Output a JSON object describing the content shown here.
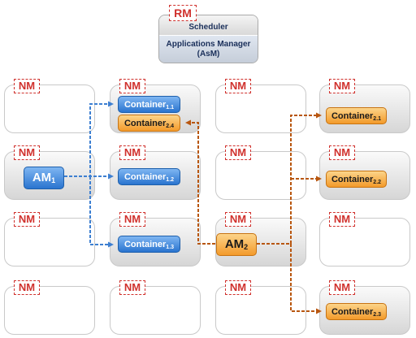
{
  "resource_manager": {
    "tag": "RM",
    "scheduler": "Scheduler",
    "asm_line1": "Applications Manager",
    "asm_line2": "(AsM)"
  },
  "node_manager_label": "NM",
  "nodes": [
    {
      "id": "r0c0",
      "style": "white"
    },
    {
      "id": "r0c1",
      "style": "gray"
    },
    {
      "id": "r0c2",
      "style": "white"
    },
    {
      "id": "r0c3",
      "style": "gray"
    },
    {
      "id": "r1c0",
      "style": "gray"
    },
    {
      "id": "r1c1",
      "style": "gray"
    },
    {
      "id": "r1c2",
      "style": "white"
    },
    {
      "id": "r1c3",
      "style": "gray"
    },
    {
      "id": "r2c0",
      "style": "white"
    },
    {
      "id": "r2c1",
      "style": "gray"
    },
    {
      "id": "r2c2",
      "style": "gray"
    },
    {
      "id": "r2c3",
      "style": "white"
    },
    {
      "id": "r3c0",
      "style": "white"
    },
    {
      "id": "r3c1",
      "style": "white"
    },
    {
      "id": "r3c2",
      "style": "white"
    },
    {
      "id": "r3c3",
      "style": "gray"
    }
  ],
  "application_masters": [
    {
      "label": "AM",
      "sub": "1",
      "color": "blue"
    },
    {
      "label": "AM",
      "sub": "2",
      "color": "orange"
    }
  ],
  "containers": [
    {
      "label": "Container",
      "sub": "1.1",
      "color": "blue"
    },
    {
      "label": "Container",
      "sub": "2.4",
      "color": "orange"
    },
    {
      "label": "Container",
      "sub": "1.2",
      "color": "blue"
    },
    {
      "label": "Container",
      "sub": "1.3",
      "color": "blue"
    },
    {
      "label": "Container",
      "sub": "2.1",
      "color": "orange"
    },
    {
      "label": "Container",
      "sub": "2.2",
      "color": "orange"
    },
    {
      "label": "Container",
      "sub": "2.3",
      "color": "orange"
    }
  ],
  "colors": {
    "app1": "#3d7fd1",
    "app2": "#b8560f",
    "nm_tag": "#d0312d"
  }
}
